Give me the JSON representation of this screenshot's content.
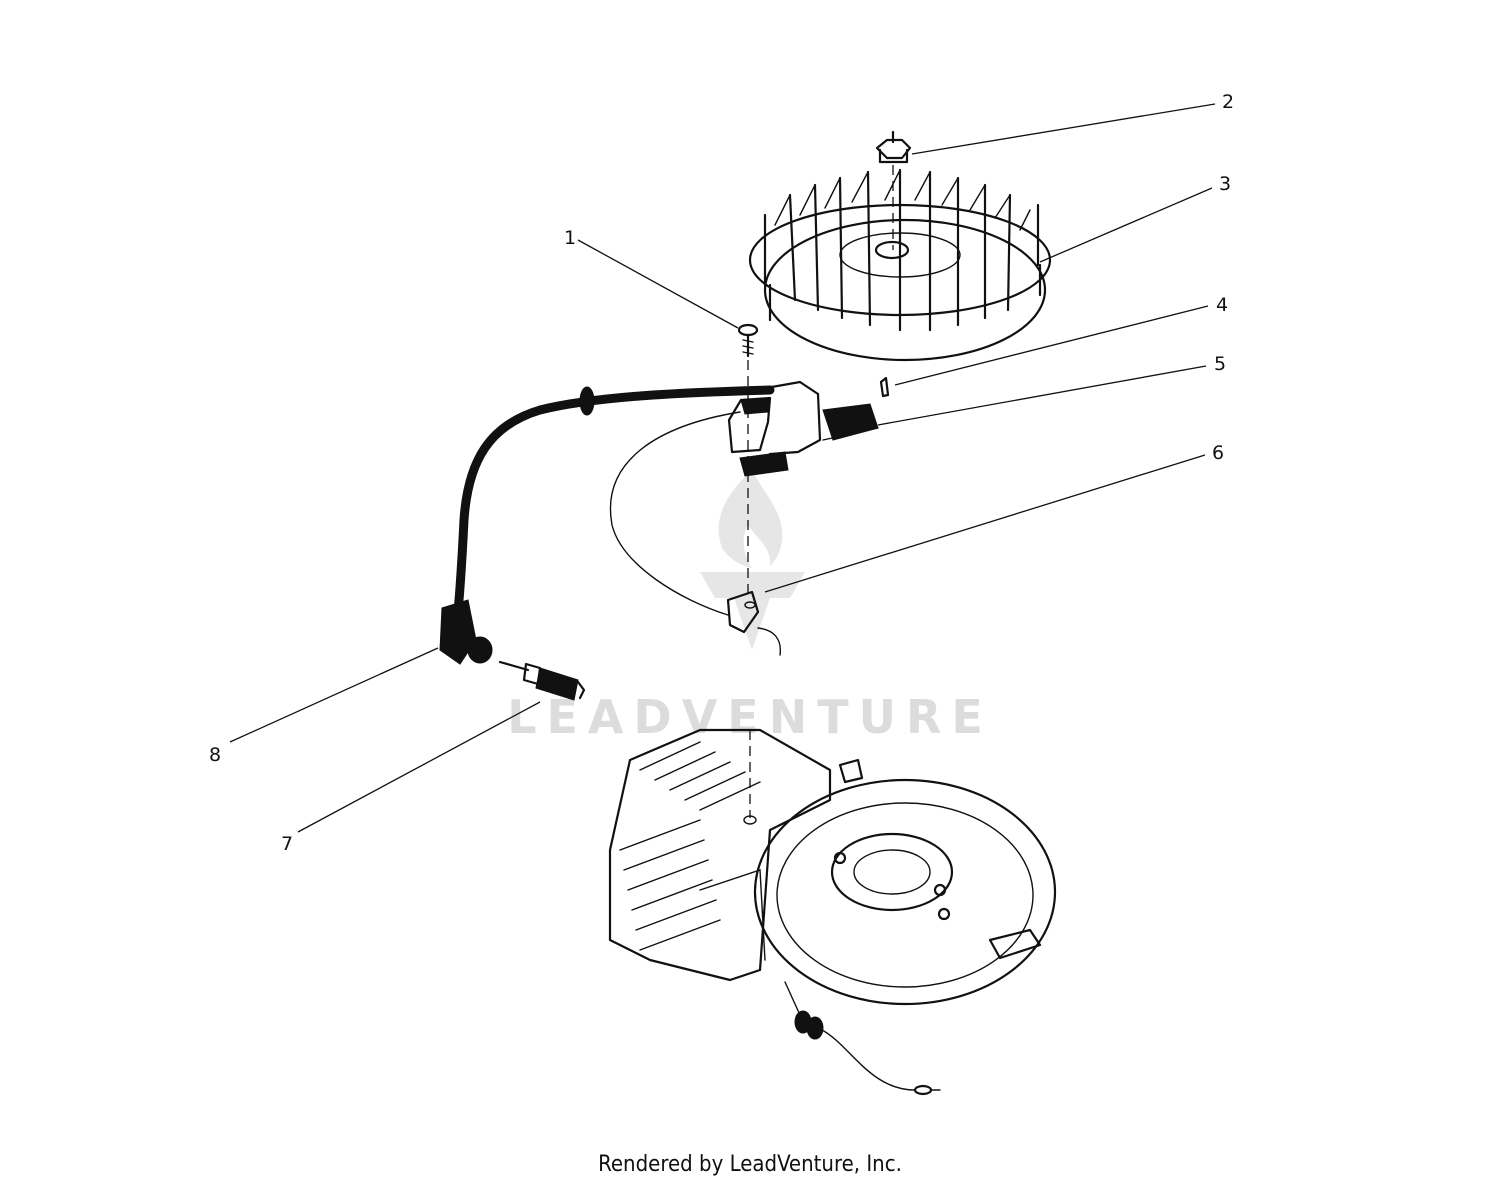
{
  "callouts": [
    "1",
    "2",
    "3",
    "4",
    "5",
    "6",
    "7",
    "8"
  ],
  "watermark": "LEADVENTURE",
  "footer": "Rendered by LeadVenture, Inc."
}
